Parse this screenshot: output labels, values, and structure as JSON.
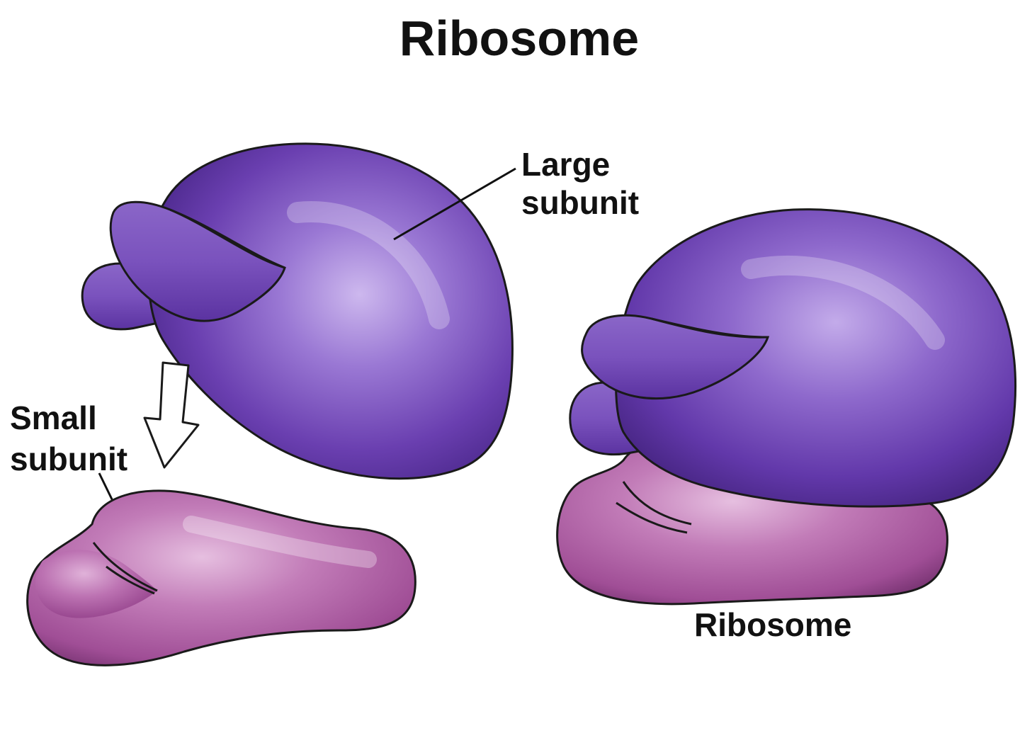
{
  "title": "Ribosome",
  "labels": {
    "large_subunit_line1": "Large",
    "large_subunit_line2": "subunit",
    "small_subunit_line1": "Small",
    "small_subunit_line2": "subunit",
    "assembled": "Ribosome"
  },
  "colors": {
    "large_subunit": "#6a3fb0",
    "large_subunit_light": "#c9b2ec",
    "large_subunit_dark": "#4e2a8f",
    "small_subunit": "#a8569e",
    "small_subunit_light": "#e2b7dc",
    "small_subunit_dark": "#7d3777",
    "outline": "#1a1a1a",
    "background": "#ffffff"
  }
}
